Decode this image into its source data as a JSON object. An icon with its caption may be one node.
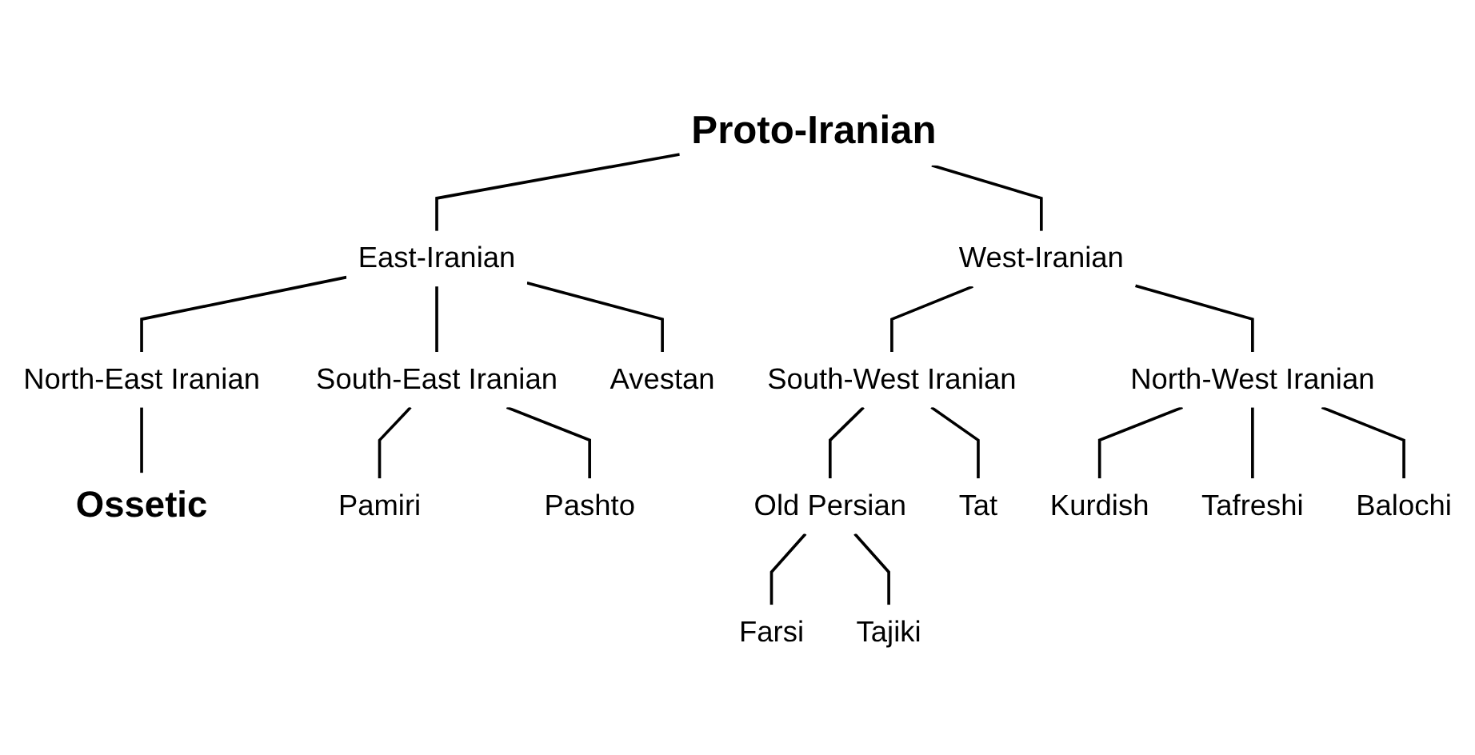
{
  "diagram": {
    "nodes": [
      {
        "text": [
          "Proto-Iranian"
        ]
      },
      {
        "text": [
          "East-Iranian"
        ]
      },
      {
        "text": [
          "West-Iranian"
        ]
      },
      {
        "text": [
          "North-East Iranian"
        ]
      },
      {
        "text": [
          "South-East Iranian"
        ]
      },
      {
        "text": [
          "Avestan"
        ]
      },
      {
        "text": [
          "South-West Iranian"
        ]
      },
      {
        "text": [
          "North-West Iranian"
        ]
      },
      {
        "text": [
          "Ossetic"
        ]
      },
      {
        "text": [
          "Pamiri"
        ]
      },
      {
        "text": [
          "Pashto"
        ]
      },
      {
        "text": [
          "Old Persian"
        ]
      },
      {
        "text": [
          "Tat"
        ]
      },
      {
        "text": [
          "Farsi"
        ]
      },
      {
        "text": [
          "Tajiki"
        ]
      },
      {
        "text": [
          "Kurdish"
        ]
      },
      {
        "text": [
          "Tafreshi"
        ]
      },
      {
        "text": [
          "Balochi"
        ]
      }
    ],
    "edges": [
      {
        "from": 0,
        "to": 1,
        "arrow": "none"
      },
      {
        "from": 0,
        "to": 2,
        "arrow": "none"
      },
      {
        "from": 1,
        "to": 3,
        "arrow": "none"
      },
      {
        "from": 1,
        "to": 4,
        "arrow": "none"
      },
      {
        "from": 1,
        "to": 5,
        "arrow": "none"
      },
      {
        "from": 2,
        "to": 6,
        "arrow": "none"
      },
      {
        "from": 2,
        "to": 7,
        "arrow": "none"
      },
      {
        "from": 3,
        "to": 8,
        "arrow": "none"
      },
      {
        "from": 4,
        "to": 9,
        "arrow": "none"
      },
      {
        "from": 4,
        "to": 10,
        "arrow": "none"
      },
      {
        "from": 6,
        "to": 11,
        "arrow": "none"
      },
      {
        "from": 6,
        "to": 12,
        "arrow": "none"
      },
      {
        "from": 11,
        "to": 13,
        "arrow": "none"
      },
      {
        "from": 11,
        "to": 14,
        "arrow": "none"
      },
      {
        "from": 7,
        "to": 15,
        "arrow": "none"
      },
      {
        "from": 7,
        "to": 17,
        "arrow": "none"
      },
      {
        "from": 7,
        "to": 16,
        "arrow": "none"
      }
    ]
  }
}
